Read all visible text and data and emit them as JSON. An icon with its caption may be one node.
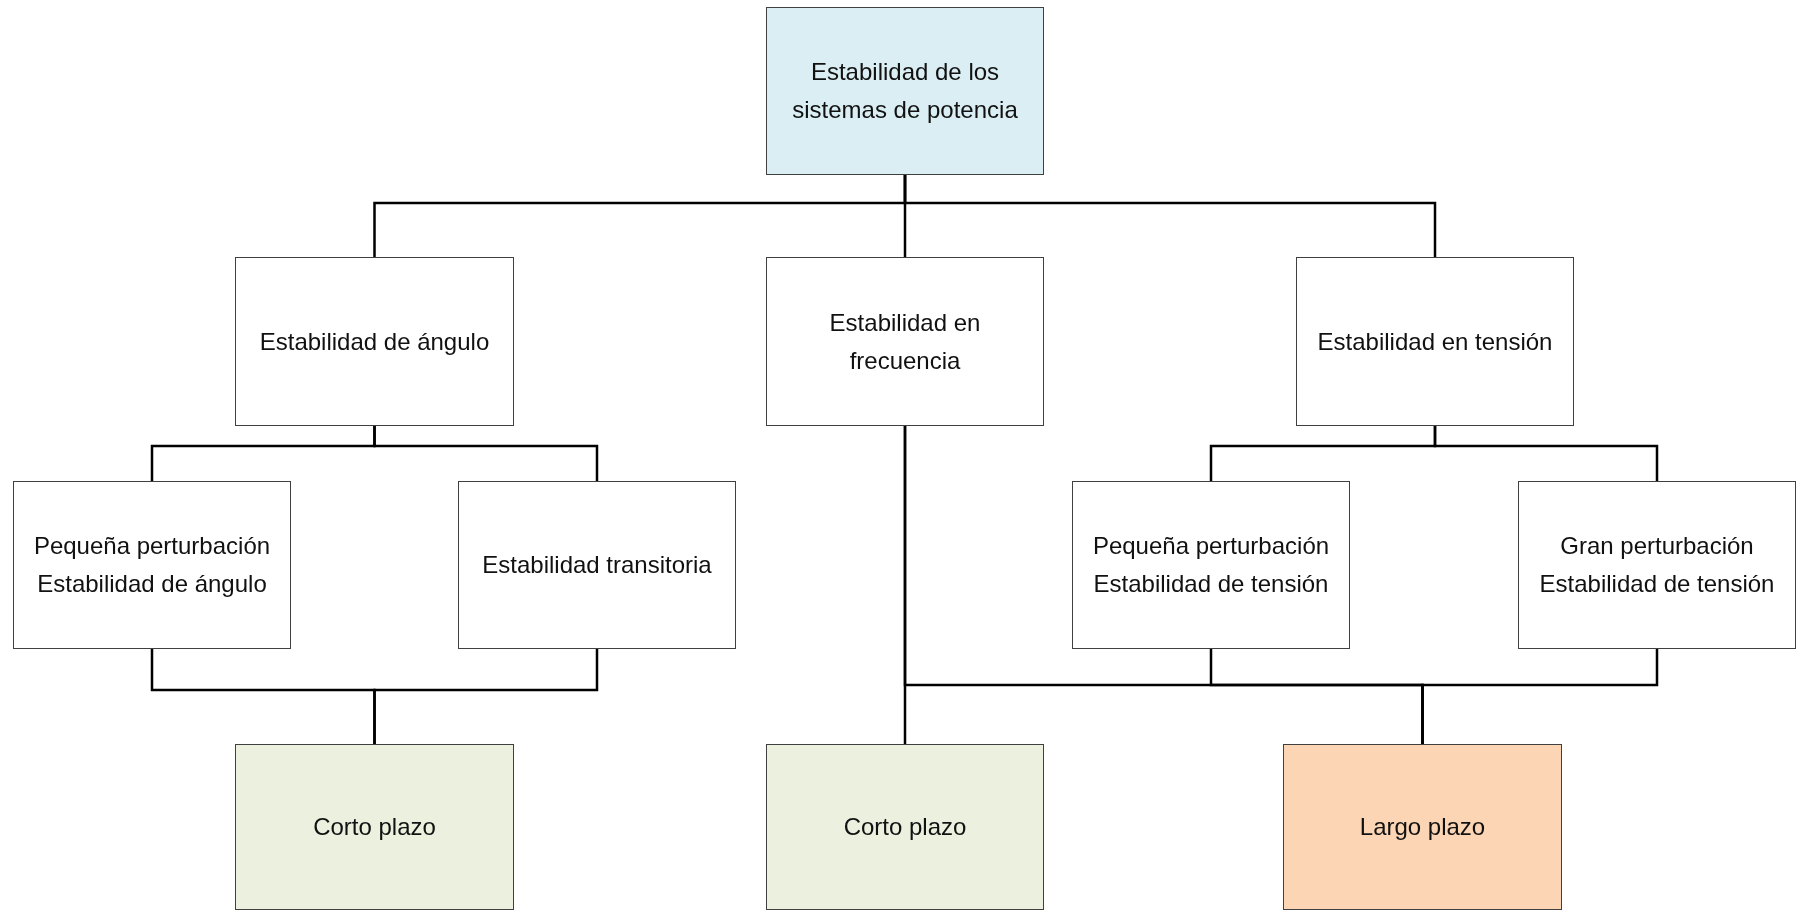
{
  "diagram": {
    "nodes": [
      {
        "text": [
          "Estabilidad de los sistemas de potencia"
        ]
      },
      {
        "text": [
          "Estabilidad de ángulo"
        ]
      },
      {
        "text": [
          "Estabilidad en frecuencia"
        ]
      },
      {
        "text": [
          "Estabilidad en tensión"
        ]
      },
      {
        "text": [
          "Pequeña perturbación Estabilidad de ángulo"
        ]
      },
      {
        "text": [
          "Estabilidad transitoria"
        ]
      },
      {
        "text": [
          "Pequeña perturbación Estabilidad de tensión"
        ]
      },
      {
        "text": [
          "Gran perturbación Estabilidad de tensión"
        ]
      },
      {
        "text": [
          "Corto plazo"
        ]
      },
      {
        "text": [
          "Corto plazo"
        ]
      },
      {
        "text": [
          "Largo plazo"
        ]
      }
    ],
    "edges": [
      {
        "from": 0,
        "to": 1,
        "arrow": "none"
      },
      {
        "from": 0,
        "to": 2,
        "arrow": "none"
      },
      {
        "from": 0,
        "to": 3,
        "arrow": "none"
      },
      {
        "from": 1,
        "to": 4,
        "arrow": "none"
      },
      {
        "from": 1,
        "to": 5,
        "arrow": "none"
      },
      {
        "from": 3,
        "to": 6,
        "arrow": "none"
      },
      {
        "from": 3,
        "to": 7,
        "arrow": "none"
      },
      {
        "from": 4,
        "to": 8,
        "arrow": "none"
      },
      {
        "from": 5,
        "to": 8,
        "arrow": "none"
      },
      {
        "from": 2,
        "to": 9,
        "arrow": "none"
      },
      {
        "from": 2,
        "to": 10,
        "arrow": "none"
      },
      {
        "from": 6,
        "to": 10,
        "arrow": "none"
      },
      {
        "from": 7,
        "to": 10,
        "arrow": "none"
      }
    ]
  }
}
